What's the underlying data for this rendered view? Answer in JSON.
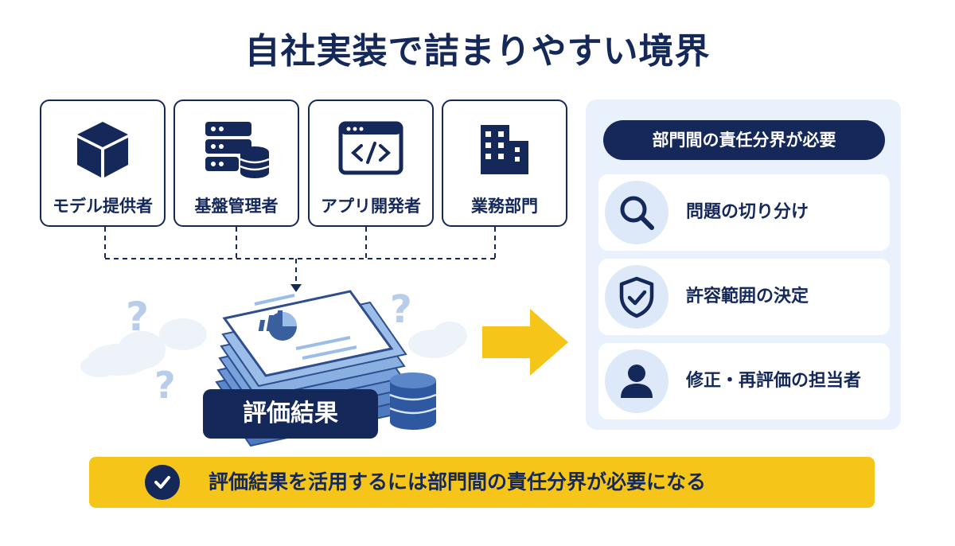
{
  "title": "自社実装で詰まりやすい境界",
  "roles": [
    {
      "label": "モデル提供者",
      "icon": "cube-icon"
    },
    {
      "label": "基盤管理者",
      "icon": "server-database-icon"
    },
    {
      "label": "アプリ開発者",
      "icon": "code-window-icon"
    },
    {
      "label": "業務部門",
      "icon": "building-icon"
    }
  ],
  "result_label": "評価結果",
  "panel": {
    "header": "部門間の責任分界が必要",
    "items": [
      {
        "label": "問題の切り分け",
        "icon": "search-icon"
      },
      {
        "label": "許容範囲の決定",
        "icon": "shield-check-icon"
      },
      {
        "label": "修正・再評価の担当者",
        "icon": "person-icon"
      }
    ]
  },
  "banner": {
    "text": "評価結果を活用するには部門間の責任分界が必要になる",
    "icon": "check-circle-icon"
  },
  "colors": {
    "navy": "#14285a",
    "accent_yellow": "#f6c51a",
    "panel_bg": "#e8f1fc",
    "doc_blue": "#5b86c8"
  }
}
